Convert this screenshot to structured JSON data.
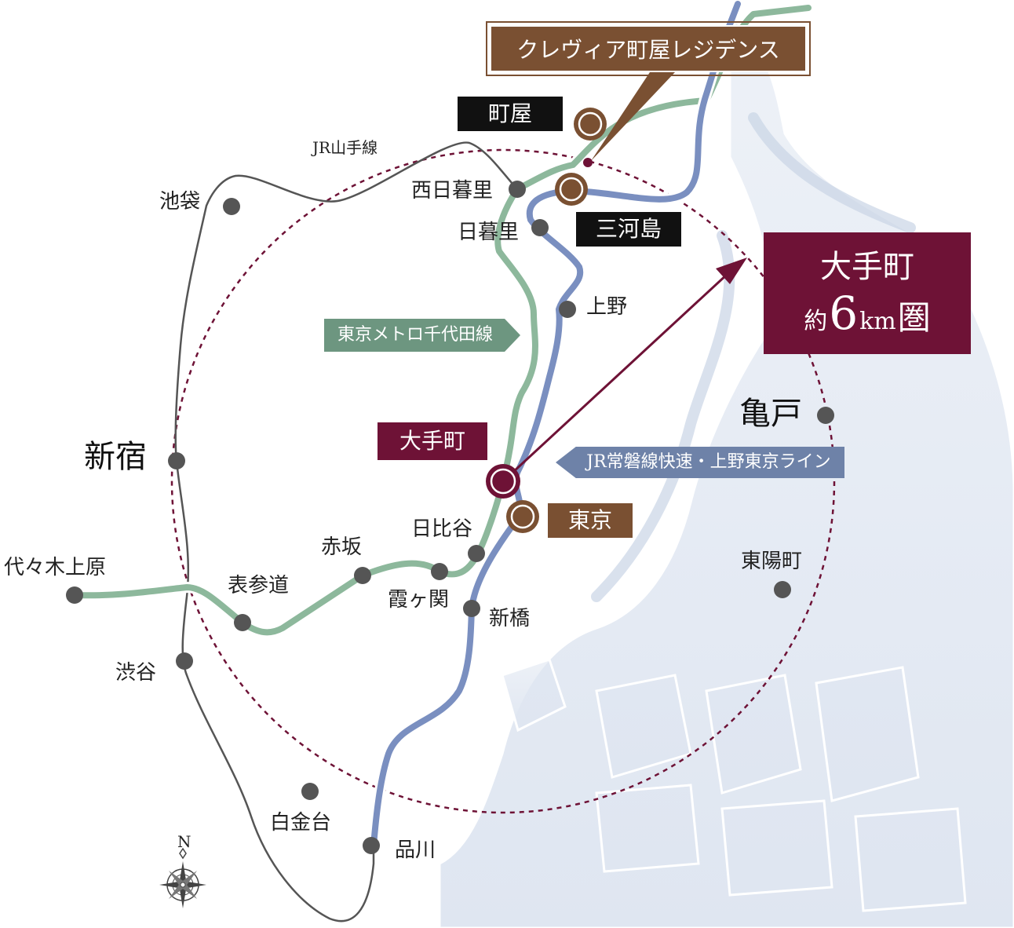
{
  "project_name": "クレヴィア町屋レジデンス",
  "radius": {
    "center": "大手町",
    "prefix": "約",
    "number": "6",
    "unit": "km",
    "suffix": "圏"
  },
  "lines": {
    "yamanote": "JR山手線",
    "chiyoda": "東京メトロ千代田線",
    "joban": "JR常磐線快速・上野東京ライン"
  },
  "stations": {
    "machiya": "町屋",
    "mikawashima": "三河島",
    "nishinippori": "西日暮里",
    "nippori": "日暮里",
    "ueno": "上野",
    "otemachi": "大手町",
    "tokyo": "東京",
    "shinjuku": "新宿",
    "ikebukuro": "池袋",
    "kameido": "亀戸",
    "toyocho": "東陽町",
    "hibiya": "日比谷",
    "akasaka": "赤坂",
    "omotesando": "表参道",
    "kasumigaseki": "霞ヶ関",
    "shimbashi": "新橋",
    "yoyogiuehara": "代々木上原",
    "shibuya": "渋谷",
    "shirokanedai": "白金台",
    "shinagawa": "品川"
  },
  "compass": {
    "north": "N"
  },
  "colors": {
    "chiyoda_line": "#8db89c",
    "joban_line": "#7a8fc0",
    "yamanote_line": "#555555",
    "radius_circle": "#6e1236",
    "accent_wine": "#6e1236",
    "accent_brown": "#7a5032",
    "label_black": "#111111",
    "water": "#dfe6f1",
    "station_dot": "#555555"
  }
}
